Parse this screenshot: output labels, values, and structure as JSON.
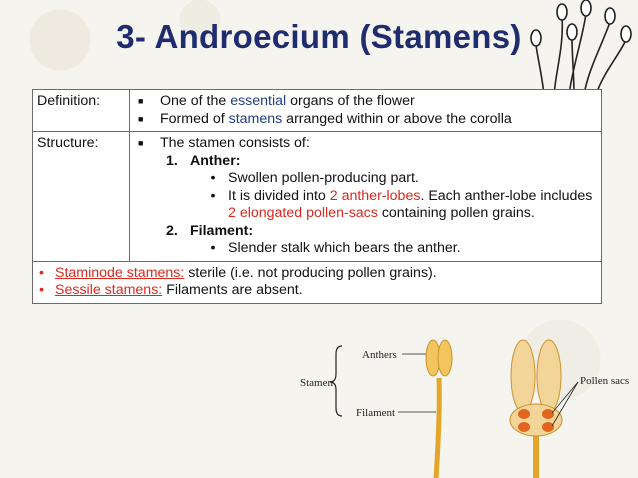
{
  "title": "3- Androecium (Stamens)",
  "rows": {
    "definition": {
      "label": "Definition:",
      "b1_pre": "One of the ",
      "b1_key": "essential",
      "b1_post": " organs of the flower",
      "b2_pre": "Formed of ",
      "b2_key": "stamens",
      "b2_post": " arranged within or above the corolla"
    },
    "structure": {
      "label": "Structure:",
      "intro": "The stamen consists of:",
      "item1_num": "1.",
      "item1_title": "Anther:",
      "a1": "Swollen pollen-producing part.",
      "a2_pre": "It is divided into ",
      "a2_key": "2 anther-lobes",
      "a2_mid": ". Each anther-lobe includes ",
      "a2_key2": "2 elongated pollen-sacs",
      "a2_post": " containing pollen grains.",
      "item2_num": "2.",
      "item2_title": "Filament:",
      "f1": "Slender stalk which bears the anther."
    },
    "footer": {
      "s1_term": "Staminode stamens:",
      "s1_text": " sterile (i.e. not producing pollen grains).",
      "s2_term": "Sessile stamens:",
      "s2_text": " Filaments are absent."
    }
  },
  "diagram": {
    "stamen": "Stamen",
    "anthers": "Anthers",
    "filament": "Filament",
    "pollen_sacs": "Pollen sacs"
  },
  "icons": {
    "square_bullet": "■",
    "round_bullet": "•"
  },
  "colors": {
    "title": "#1f2d6e",
    "highlight_red": "#d8291f",
    "highlight_blue": "#1f3f86"
  }
}
